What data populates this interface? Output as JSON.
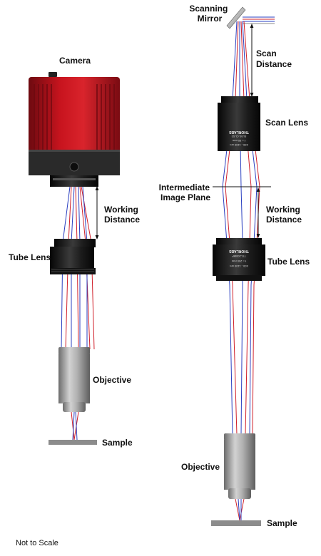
{
  "labels": {
    "camera": "Camera",
    "working_distance_left": [
      "Working",
      "Distance"
    ],
    "tube_lens_left": "Tube Lens",
    "objective_left": "Objective",
    "sample_left": "Sample",
    "scanning_mirror": [
      "Scanning",
      "Mirror"
    ],
    "scan_distance": [
      "Scan",
      "Distance"
    ],
    "scan_lens": "Scan Lens",
    "intermediate_image_plane": [
      "Intermediate",
      "Image Plane"
    ],
    "working_distance_right": [
      "Working",
      "Distance"
    ],
    "tube_lens_right": "Tube Lens",
    "objective_right": "Objective",
    "sample_right": "Sample",
    "not_to_scale": "Not to Scale"
  },
  "lens_markings": {
    "scan_lens": [
      "THORLABS",
      "SL50-CLS2",
      "f = 50 mm",
      "450 - 1100 nm"
    ],
    "tube_lens": [
      "THORLABS",
      "TTL200MP",
      "f = 200 mm",
      "400 - 1100 nm"
    ]
  },
  "colors": {
    "camera_body": "#b5121b",
    "camera_dark": "#2a2a2a",
    "lens_black": "#1a1a1a",
    "objective_gray": "#a9a9a9",
    "ray_red": "#d0202a",
    "ray_blue": "#2a3fc0",
    "sample_gray": "#8c8c8c"
  }
}
